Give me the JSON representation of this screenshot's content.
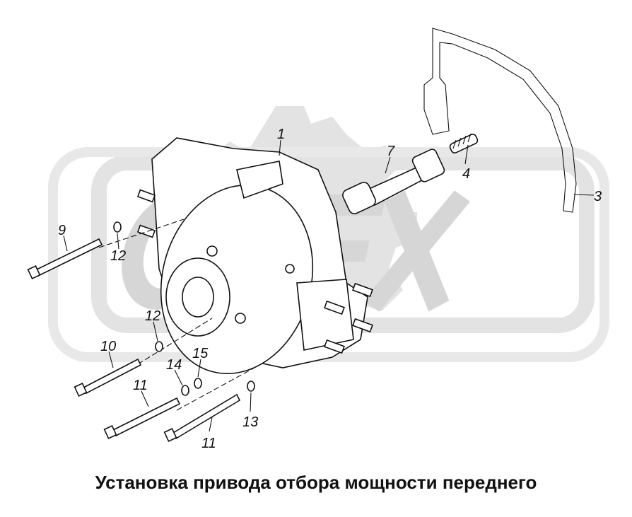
{
  "watermark": {
    "text": "ОРЕХ",
    "color": "#d9d9d9"
  },
  "callouts": {
    "p1": "1",
    "p3": "3",
    "p4": "4",
    "p7": "7",
    "p9": "9",
    "p10": "10",
    "p11a": "11",
    "p11b": "11",
    "p12a": "12",
    "p12b": "12",
    "p13": "13",
    "p14": "14",
    "p15": "15"
  },
  "caption": "Установка привода отбора мощности переднего"
}
